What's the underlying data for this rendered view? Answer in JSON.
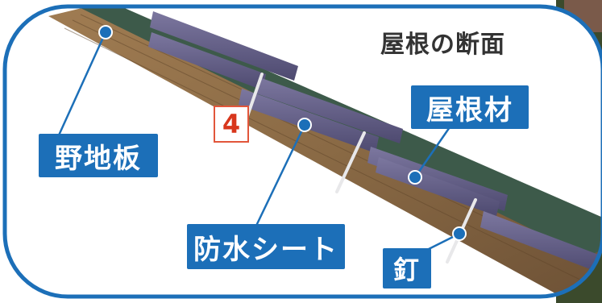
{
  "title": "屋根の断面",
  "marker": "4",
  "labels": {
    "nojiita": "野地板",
    "bousui": "防水シート",
    "yanezai": "屋根材",
    "kugi": "釘"
  },
  "colors": {
    "frame": "#1c6fb8",
    "label_bg": "#1c6fb8",
    "board": "#8a6a45",
    "sheet": "#3d5a4a",
    "roof_material": "#6a6590",
    "marker_border": "#e2563b"
  }
}
